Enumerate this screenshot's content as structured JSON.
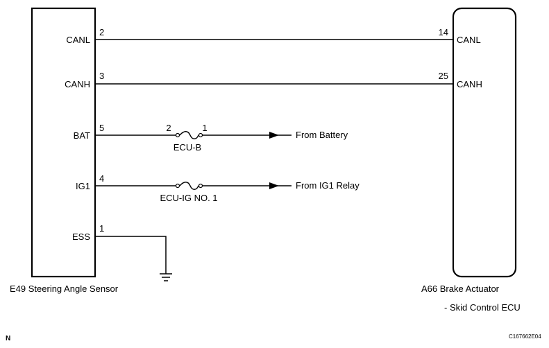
{
  "left_component": {
    "id_name": "E49  Steering Angle Sensor",
    "pins": [
      {
        "label": "CANL",
        "number": "2"
      },
      {
        "label": "CANH",
        "number": "3"
      },
      {
        "label": "BAT",
        "number": "5"
      },
      {
        "label": "IG1",
        "number": "4"
      },
      {
        "label": "ESS",
        "number": "1"
      }
    ]
  },
  "right_component": {
    "id_name": "A66 Brake Actuator",
    "sub_name": "- Skid Control ECU",
    "pins": [
      {
        "label": "CANL",
        "number": "14"
      },
      {
        "label": "CANH",
        "number": "25"
      }
    ]
  },
  "fuses": [
    {
      "name": "ECU-B",
      "pin_left": "2",
      "pin_right": "1"
    },
    {
      "name": "ECU-IG NO. 1"
    }
  ],
  "sources": [
    {
      "label": "From Battery"
    },
    {
      "label": "From IG1 Relay"
    }
  ],
  "footer": {
    "left_mark": "N",
    "code": "C167662E04"
  }
}
